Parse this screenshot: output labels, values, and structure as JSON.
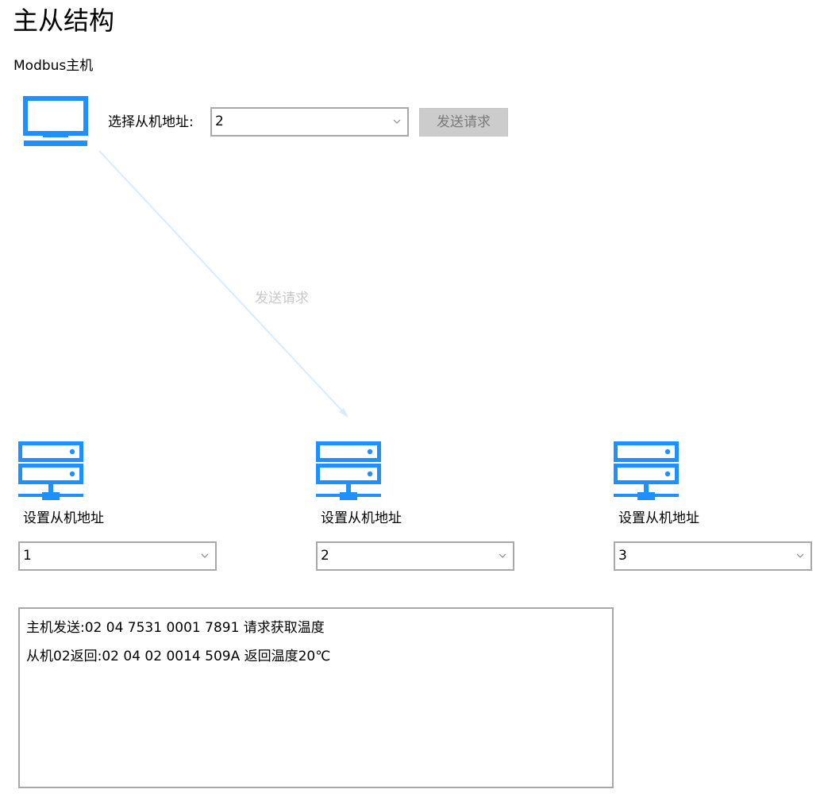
{
  "page": {
    "title": "主从结构"
  },
  "master": {
    "label": "Modbus主机",
    "icon": "monitor-icon",
    "select_label": "选择从机地址:",
    "selected_address": "2",
    "send_button_label": "发送请求"
  },
  "arrow": {
    "label": "发送请求"
  },
  "slaves": [
    {
      "icon": "server-icon",
      "label": "设置从机地址",
      "address": "1"
    },
    {
      "icon": "server-icon",
      "label": "设置从机地址",
      "address": "2"
    },
    {
      "icon": "server-icon",
      "label": "设置从机地址",
      "address": "3"
    }
  ],
  "log": {
    "lines": [
      "主机发送:02 04 7531 0001 7891  请求获取温度",
      "从机02返回:02 04 02 0014 509A  返回温度20℃"
    ]
  },
  "colors": {
    "icon_blue": "#1e90ff",
    "arrow_blue": "#d6ecff",
    "border_gray": "#a8a8a8",
    "button_disabled_bg": "#cccccc",
    "button_disabled_text": "#7a7a7a"
  }
}
